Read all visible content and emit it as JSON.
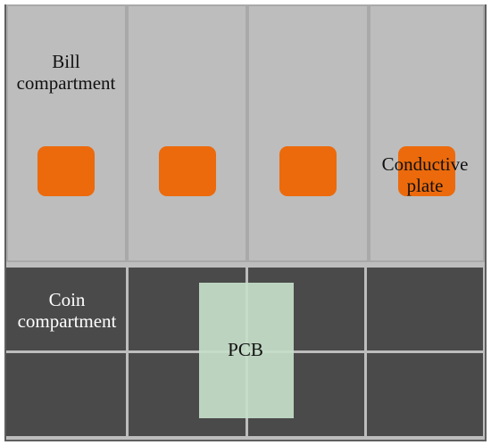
{
  "labels": {
    "bill": "Bill\ncompartment",
    "plate": "Conductive\nplate",
    "coin": "Coin\ncompartment",
    "pcb": "PCB"
  },
  "colors": {
    "bill_fill": "#bdbdbd",
    "coin_fill": "#4a4a4a",
    "plate_fill": "#ec6a0c",
    "pcb_fill": "#c5dec9"
  },
  "layout_counts": {
    "bill_compartments": 4,
    "conductive_plates": 4,
    "coin_grid_columns": 4,
    "coin_grid_rows": 2
  }
}
